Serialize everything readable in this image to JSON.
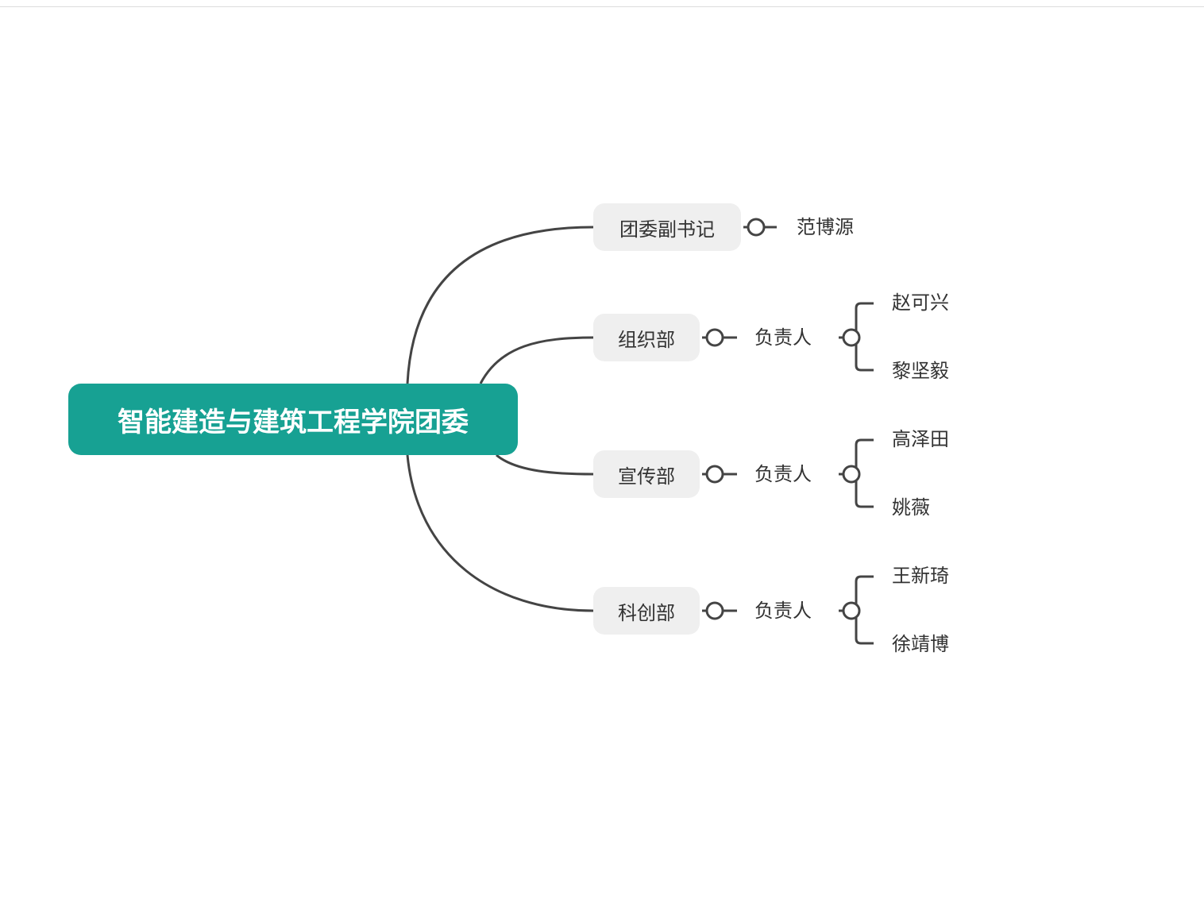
{
  "root": {
    "label": "智能建造与建筑工程学院团委",
    "color": "#17a193"
  },
  "branches": [
    {
      "label": "团委副书记",
      "children": [
        "范博源"
      ]
    },
    {
      "label": "组织部",
      "role": "负责人",
      "members": [
        "赵可兴",
        "黎坚毅"
      ]
    },
    {
      "label": "宣传部",
      "role": "负责人",
      "members": [
        "高泽田",
        "姚薇"
      ]
    },
    {
      "label": "科创部",
      "role": "负责人",
      "members": [
        "王新琦",
        "徐靖博"
      ]
    }
  ]
}
